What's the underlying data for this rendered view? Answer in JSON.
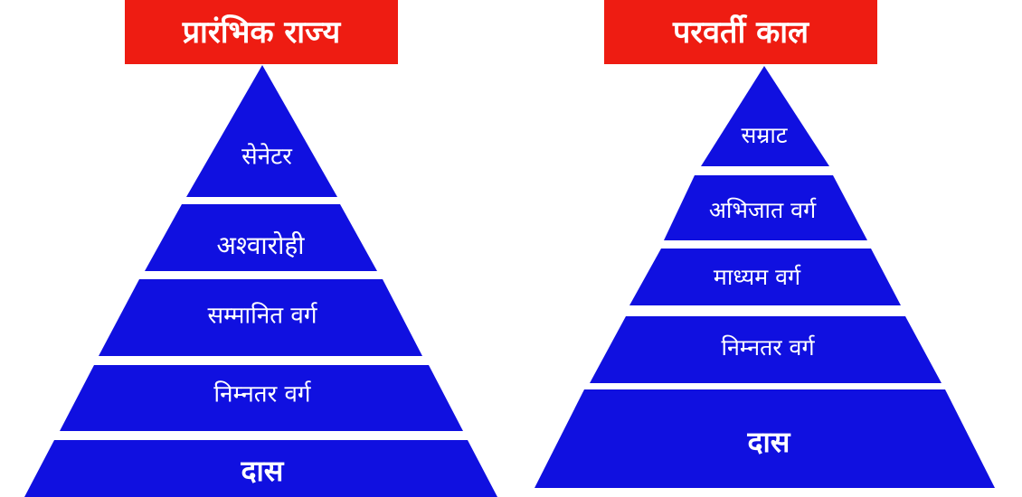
{
  "pyramids": [
    {
      "title": "प्रारंभिक राज्य",
      "tiers": [
        "सेनेटर",
        "अश्वारोही",
        "सम्मानित वर्ग",
        "निम्नतर  वर्ग",
        "दास"
      ]
    },
    {
      "title": "परवर्ती काल",
      "tiers": [
        "सम्राट",
        "अभिजात वर्ग",
        "माध्यम  वर्ग",
        "निम्नतर  वर्ग",
        "दास"
      ]
    }
  ],
  "colors": {
    "title_bg": "#ee1c12",
    "tier_fill": "#1010e0",
    "text": "#ffffff"
  }
}
